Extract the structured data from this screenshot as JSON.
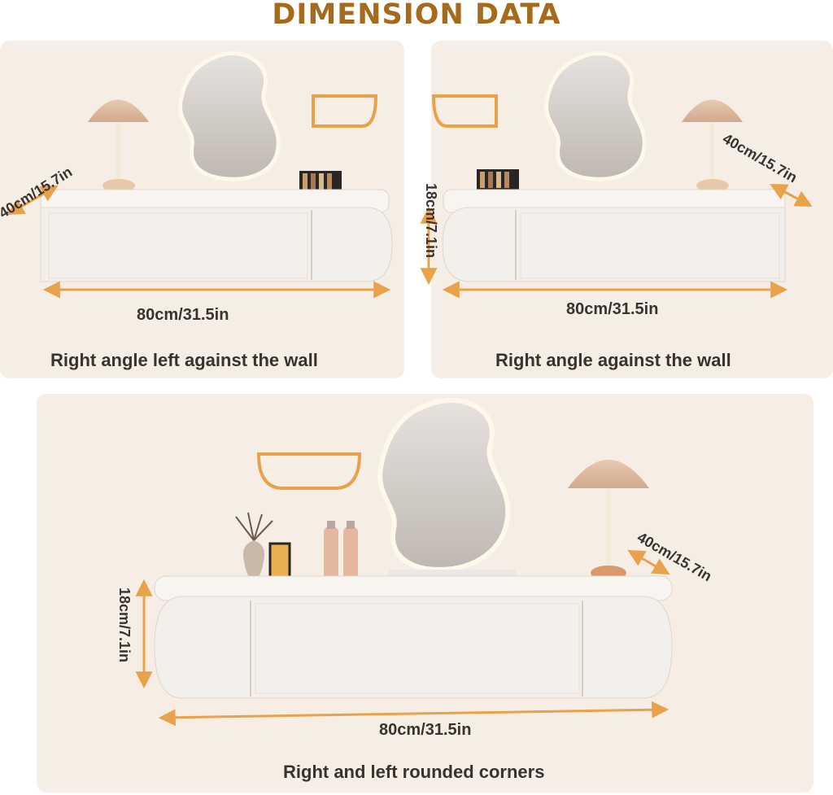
{
  "page": {
    "title": "DIMENSION DATA"
  },
  "colors": {
    "accent_orange": "#e8a24c",
    "title_brown": "#a56a1c",
    "panel_bg": "#f6ede5",
    "cabinet_white": "#f3f0ec",
    "caption_text": "#3b3230"
  },
  "panels": [
    {
      "caption": "Right angle left against the wall",
      "width_label": "80cm/31.5in",
      "depth_label": "40cm/15.7in"
    },
    {
      "caption": "Right angle against the wall",
      "width_label": "80cm/31.5in",
      "height_label": "18cm/7.1in",
      "depth_label": "40cm/15.7in"
    },
    {
      "caption": "Right and left rounded corners",
      "width_label": "80cm/31.5in",
      "height_label": "18cm/7.1in",
      "depth_label": "40cm/15.7in"
    }
  ]
}
